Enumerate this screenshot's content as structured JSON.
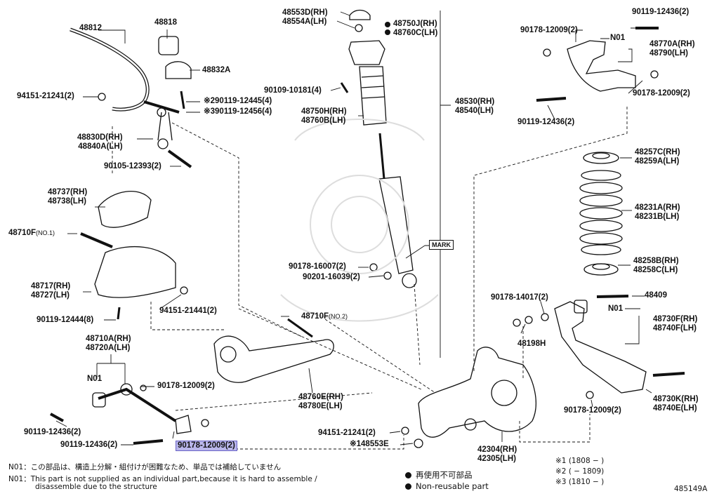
{
  "colors": {
    "line": "#111111",
    "highlight": "#b9b6ea"
  },
  "labels": {
    "p48812": "48812",
    "p48818": "48818",
    "p48832a": "48832A",
    "p94151_top": "94151-21241(2)",
    "bolt_290119": "※290119-12445(4)",
    "bolt_390119": "※390119-12456(4)",
    "p48830d": [
      "48830D(RH)",
      "48840A(LH)"
    ],
    "p90105": "90105-12393(2)",
    "p48737": [
      "48737(RH)",
      "48738(LH)"
    ],
    "p48710f_1": "48710F",
    "p48710f_1_note": "(NO.1)",
    "p48717": [
      "48717(RH)",
      "48727(LH)"
    ],
    "p94151_mid": "94151-21441(2)",
    "p90119_12444": "90119-12444(8)",
    "p48710a": [
      "48710A(RH)",
      "48720A(LH)"
    ],
    "n01_left": "N01",
    "p90178_left": "90178-12009(2)",
    "p90119_left1": "90119-12436(2)",
    "p90119_left2": "90119-12436(2)",
    "p90178_hl": "90178-12009(2)",
    "p48553d": [
      "48553D(RH)",
      "48554A(LH)"
    ],
    "p48750j": [
      "48750J(RH)",
      "48760C(LH)"
    ],
    "p90109": "90109-10181(4)",
    "p48750h": [
      "48750H(RH)",
      "48760B(LH)"
    ],
    "p48530": [
      "48530(RH)",
      "48540(LH)"
    ],
    "mark": "MARK",
    "p90178_16007": "90178-16007(2)",
    "p90201": "90201-16039(2)",
    "p48710f_2": "48710F",
    "p48710f_2_note": "(NO.2)",
    "p48760e": [
      "48760E(RH)",
      "48780E(LH)"
    ],
    "p94151_low": "94151-21241(2)",
    "p148553e": "※148553E",
    "p42304": [
      "42304(RH)",
      "42305(LH)"
    ],
    "p90119_tr": "90119-12436(2)",
    "p90178_tr1": "90178-12009(2)",
    "n01_tr": "N01",
    "p48770a": [
      "48770A(RH)",
      "48790(LH)"
    ],
    "p90178_tr2": "90178-12009(2)",
    "p90119_tr2": "90119-12436(2)",
    "p48257c": [
      "48257C(RH)",
      "48259A(LH)"
    ],
    "p48231a": [
      "48231A(RH)",
      "48231B(LH)"
    ],
    "p48258b": [
      "48258B(RH)",
      "48258C(LH)"
    ],
    "p90178_14017": "90178-14017(2)",
    "p48409": "48409",
    "n01_right": "N01",
    "p48730f": [
      "48730F(RH)",
      "48740F(LH)"
    ],
    "p48198h": "48198H",
    "p48730k": [
      "48730K(RH)",
      "48740E(LH)"
    ],
    "p90178_br": "90178-12009(2)",
    "diagram_id": "485149A"
  },
  "notes": {
    "n01_jp": "N01：この部品は、構造上分解・組付けが困難なため、単品では補給していません",
    "n01_en_1": "N01：This part is not supplied as an individual part,because it is hard to assemble /",
    "n01_en_2": "disassemble due to the structure"
  },
  "legend": {
    "jp": "再使用不可部品",
    "en": "Non-reusable part"
  },
  "footnotes": [
    {
      "mark": "※1",
      "text": "(1808 −       )"
    },
    {
      "mark": "※2",
      "text": "(       − 1809)"
    },
    {
      "mark": "※3",
      "text": "(1810 −       )"
    }
  ]
}
